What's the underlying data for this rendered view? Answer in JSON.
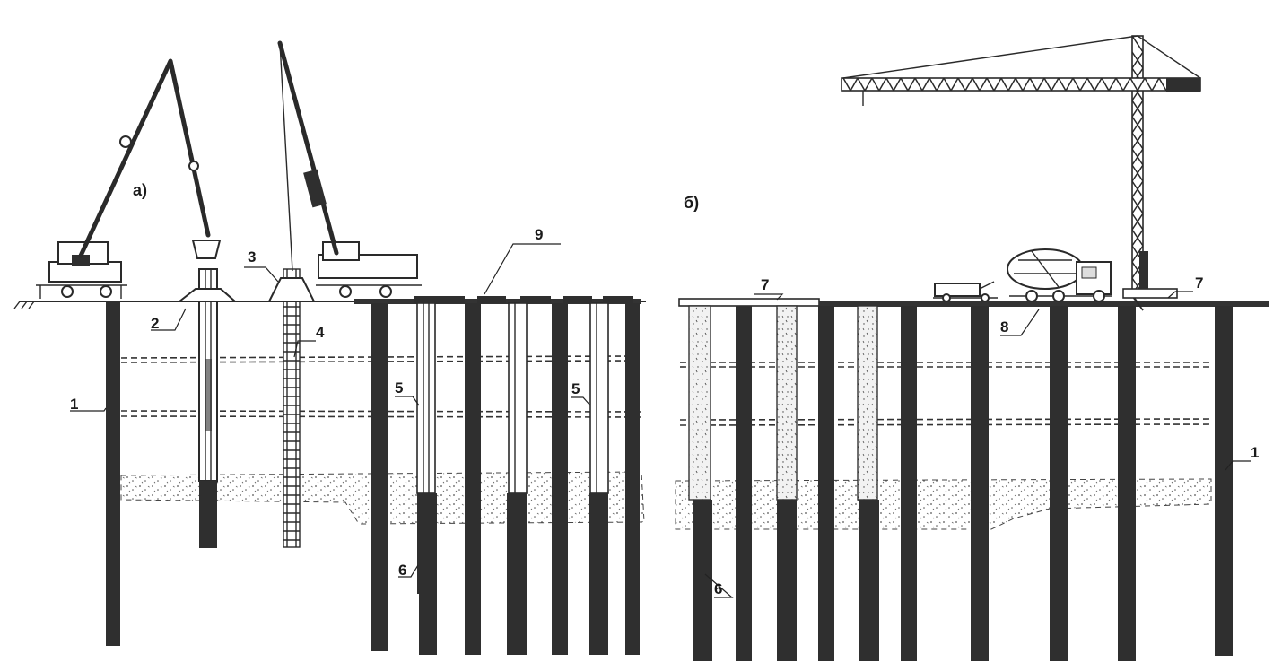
{
  "panels": [
    {
      "id": "a",
      "title": "а)"
    },
    {
      "id": "b",
      "title": "б)"
    }
  ],
  "labels": {
    "a_1": "1",
    "a_2": "2",
    "a_3": "3",
    "a_4": "4",
    "a_5_left": "5",
    "a_5_right": "5",
    "a_6": "6",
    "a_9": "9",
    "b_7_left": "7",
    "b_7_right": "7",
    "b_8": "8",
    "b_6": "6",
    "b_1": "1"
  }
}
